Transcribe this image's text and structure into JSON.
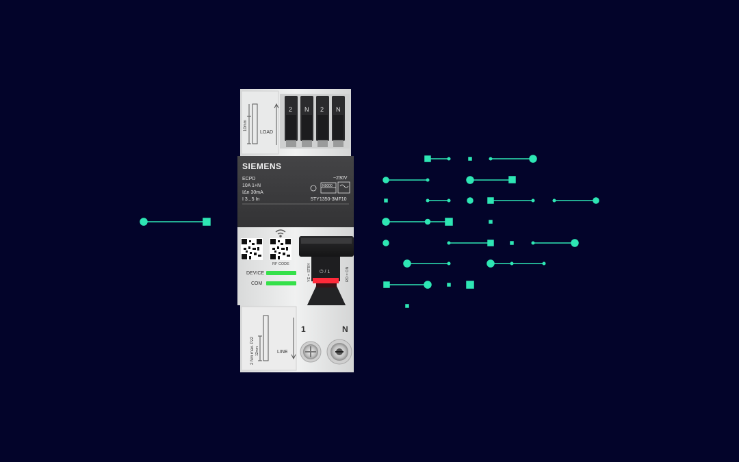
{
  "colors": {
    "background": "#03042a",
    "accent": "#2ee6b4",
    "led_green": "#35e04a",
    "led_red": "#ff2a3a",
    "panel_dark": "#3b3b3d",
    "housing": "#e7e8e8"
  },
  "device": {
    "brand": "SIEMENS",
    "label_lines": [
      "ECPD",
      "10A 1+N",
      "IΔn 30mA",
      "I 3...5 In"
    ],
    "voltage": "~230V",
    "model": "5TY1350-3MF10",
    "rating_box": "N9000",
    "terminal_labels_top": [
      "2",
      "N",
      "2",
      "N"
    ],
    "load_label": "LOAD",
    "top_dimension": "10mm",
    "rf_code_label": "RF CODE",
    "device_led_label": "DEVICE",
    "com_led_label": "COM",
    "lever_left_text": "YE = STBY",
    "lever_right_text": "RD = ON",
    "lever_symbol": "⏻ / 1",
    "line_label": "LINE",
    "bottom_dimension": "12mm",
    "torque_label": "2 Nm max. Pz2",
    "bottom_terminal_1": "1",
    "bottom_terminal_n": "N"
  }
}
